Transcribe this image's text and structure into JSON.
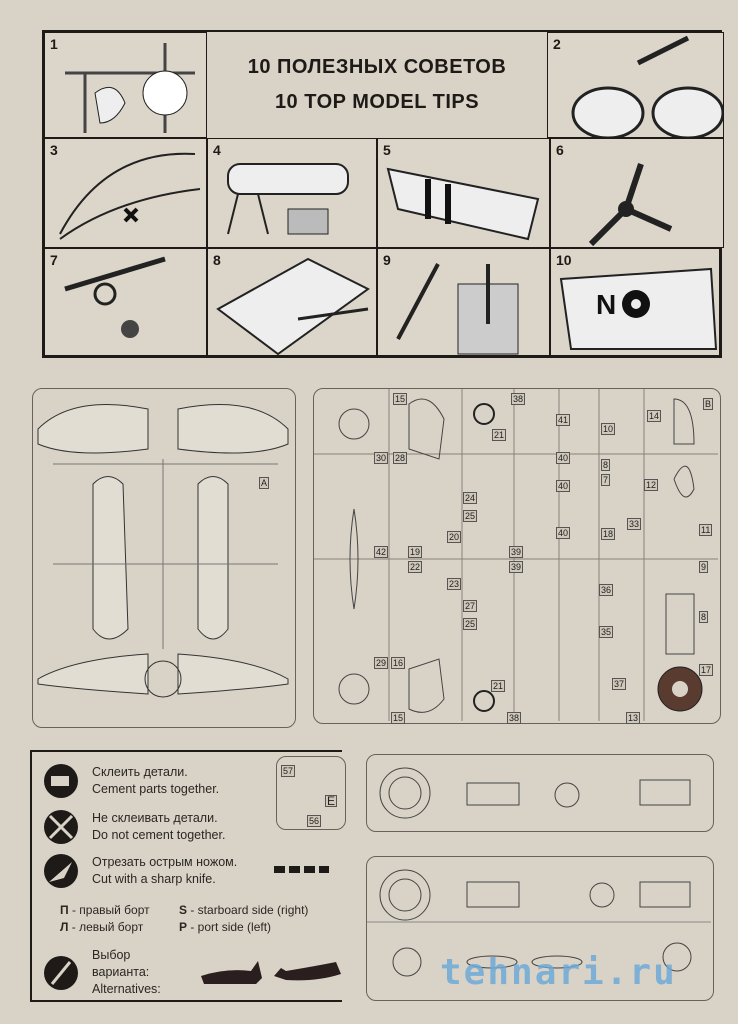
{
  "title": {
    "ru": "10 ПОЛЕЗНЫХ СОВЕТОВ",
    "en": "10 TOP MODEL TIPS"
  },
  "tips": [
    "1",
    "2",
    "3",
    "4",
    "5",
    "6",
    "7",
    "8",
    "9",
    "10"
  ],
  "sprue_labels": {
    "a": "A",
    "b": "B",
    "e": "E"
  },
  "sprue_b_parts": [
    "15",
    "30",
    "28",
    "24",
    "25",
    "20",
    "19",
    "42",
    "22",
    "23",
    "27",
    "25",
    "29",
    "16",
    "15",
    "38",
    "21",
    "41",
    "40",
    "40",
    "40",
    "39",
    "39",
    "21",
    "38",
    "10",
    "8",
    "7",
    "18",
    "33",
    "36",
    "35",
    "37",
    "13",
    "14",
    "12",
    "11",
    "9",
    "8",
    "17"
  ],
  "sprue_e_parts": [
    "57",
    "56"
  ],
  "legend": {
    "cement_ru": "Склеить детали.",
    "cement_en": "Cement parts together.",
    "nocement_ru": "Не склеивать детали.",
    "nocement_en": "Do not cement together.",
    "cut_ru": "Отрезать острым ножом.",
    "cut_en": "Cut with a sharp knife.",
    "p_ru_key": "П",
    "p_ru": " - правый борт",
    "l_ru_key": "Л",
    "l_ru": " - левый борт",
    "s_key": "S",
    "s_en": " - starboard side (right)",
    "p_key": "P",
    "p_en": " - port side (left)",
    "alt_ru": "Выбор варианта:",
    "alt_en": "Alternatives:"
  },
  "watermark": "tehnari.ru"
}
